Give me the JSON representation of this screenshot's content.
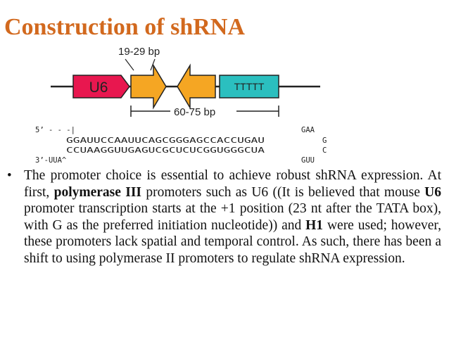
{
  "title": "Construction of shRNA",
  "diagram": {
    "label_top": "19-29 bp",
    "label_bottom": "60-75 bp",
    "u6_label": "U6",
    "terminator_label": "TTTTT",
    "seq_5prime": "5’  - - -|",
    "seq_top_right": "GAA",
    "seq_line1": "GGAUUCCAAUUCAGCGGGAGCCACCUGAU",
    "seq_line1_right": "G",
    "seq_line2": "CCUAAGGUUGAGUCGCUCUCGGUGGGCUA",
    "seq_line2_right": "C",
    "seq_3prime": "3’-UUA^",
    "seq_bottom_right": "GUU",
    "colors": {
      "u6": "#e8174f",
      "arrow": "#f5a623",
      "terminator": "#2bbfbf",
      "line": "#222222"
    }
  },
  "bullet": {
    "p1": "The promoter choice is essential to achieve robust shRNA expression. At first, ",
    "b1": "polymerase III",
    "p2": " promoters such as U6 ((It is believed that mouse ",
    "b2": "U6",
    "p3": " promoter transcription starts at the +1 position (23 nt after the TATA box), with G as the preferred initiation nucleotide)) and ",
    "b3": "H1",
    "p4": " were used; however, these promoters lack spatial and temporal control. As such, there has been a shift to using polymerase II promoters to regulate shRNA expression."
  }
}
